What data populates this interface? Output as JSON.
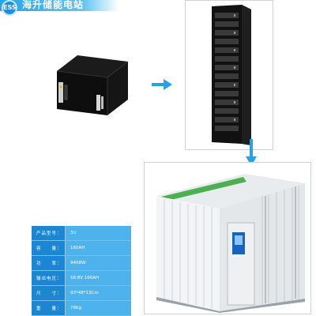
{
  "header": {
    "badge_text": "ESS",
    "title": "海升储能电站"
  },
  "colors": {
    "accent": "#2aa3e6",
    "table_label_bg": "#1c86d2",
    "table_value_bg": "#4eb2ec"
  },
  "icons": [
    "right-arrow-icon",
    "down-arrow-icon"
  ],
  "specs": [
    {
      "label": "产品型号：",
      "value": "3U"
    },
    {
      "label": "容　　量：",
      "value": "160AH"
    },
    {
      "label": "功　　率：",
      "value": "9408W"
    },
    {
      "label": "输出电压：",
      "value": "58.8V 160AH"
    },
    {
      "label": "尺　　寸：",
      "value": "93*48*13Cm"
    },
    {
      "label": "重　　量：",
      "value": "78Kg"
    }
  ]
}
